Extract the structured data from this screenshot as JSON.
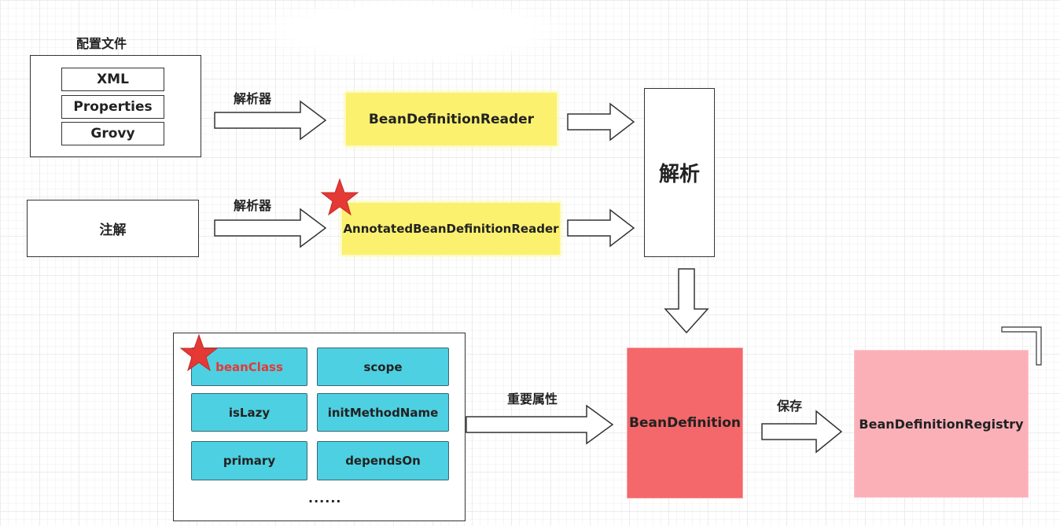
{
  "config_files": {
    "title": "配置文件",
    "items": [
      "XML",
      "Properties",
      "Grovy"
    ]
  },
  "annotation_box": "注解",
  "parser_label_1": "解析器",
  "parser_label_2": "解析器",
  "reader_1": "BeanDefinitionReader",
  "reader_2": "AnnotatedBeanDefinitionReader",
  "parse_box": "解析",
  "properties_panel": {
    "items": [
      "beanClass",
      "scope",
      "isLazy",
      "initMethodName",
      "primary",
      "dependsOn"
    ],
    "ellipsis": "......"
  },
  "important_props_label": "重要属性",
  "bean_definition": "BeanDefinition",
  "save_label": "保存",
  "registry": "BeanDefinitionRegistry",
  "colors": {
    "yellow_box": "#fbf16f",
    "property_box": "#4dd0e1",
    "bean_definition": "#f4676a",
    "registry": "#fbb0b8",
    "star": "#e53935",
    "highlight_text": "#e53935"
  }
}
